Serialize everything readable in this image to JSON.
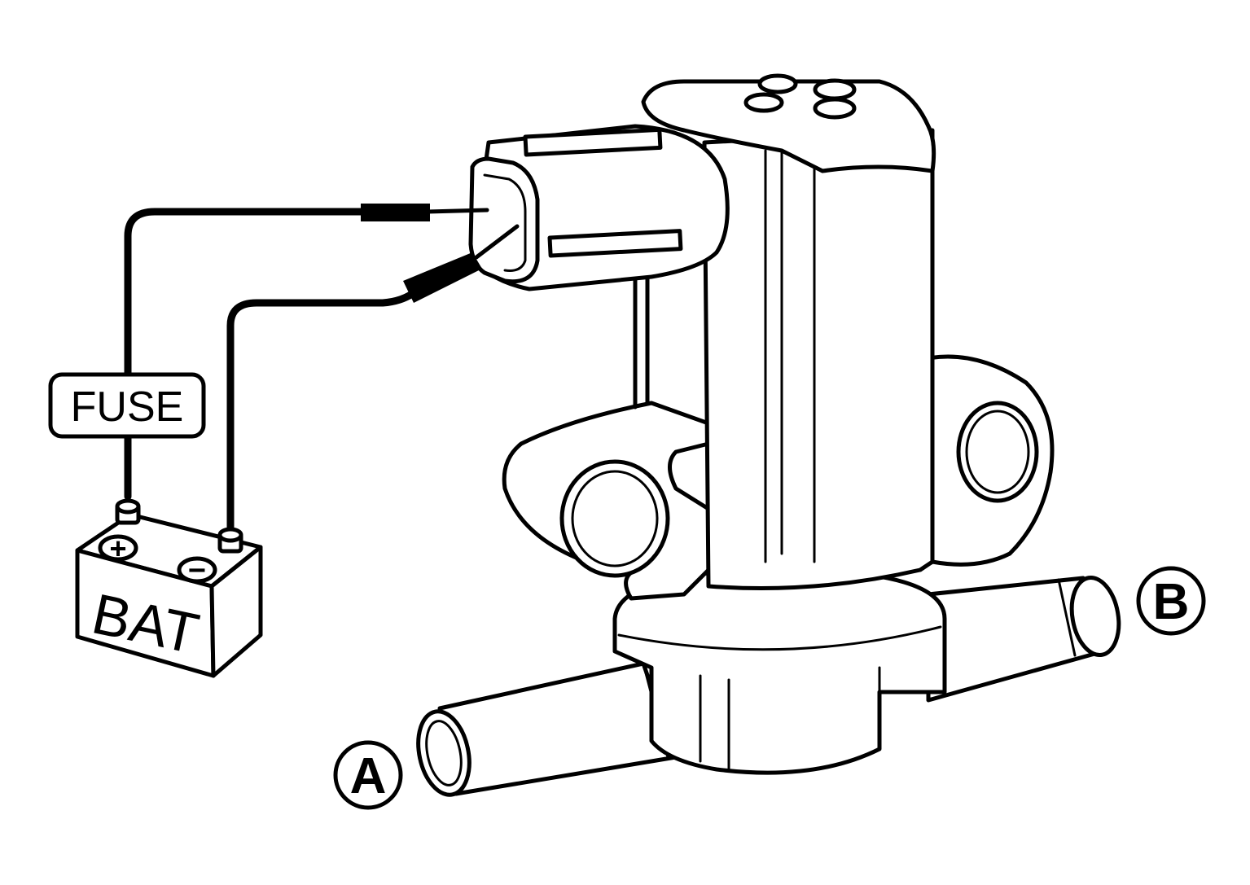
{
  "diagram": {
    "labels": {
      "fuse": "FUSE",
      "battery": "BAT",
      "battery_positive": "+",
      "battery_negative": "−",
      "port_a": "A",
      "port_b": "B"
    },
    "colors": {
      "line": "#000000",
      "background": "#ffffff"
    }
  }
}
